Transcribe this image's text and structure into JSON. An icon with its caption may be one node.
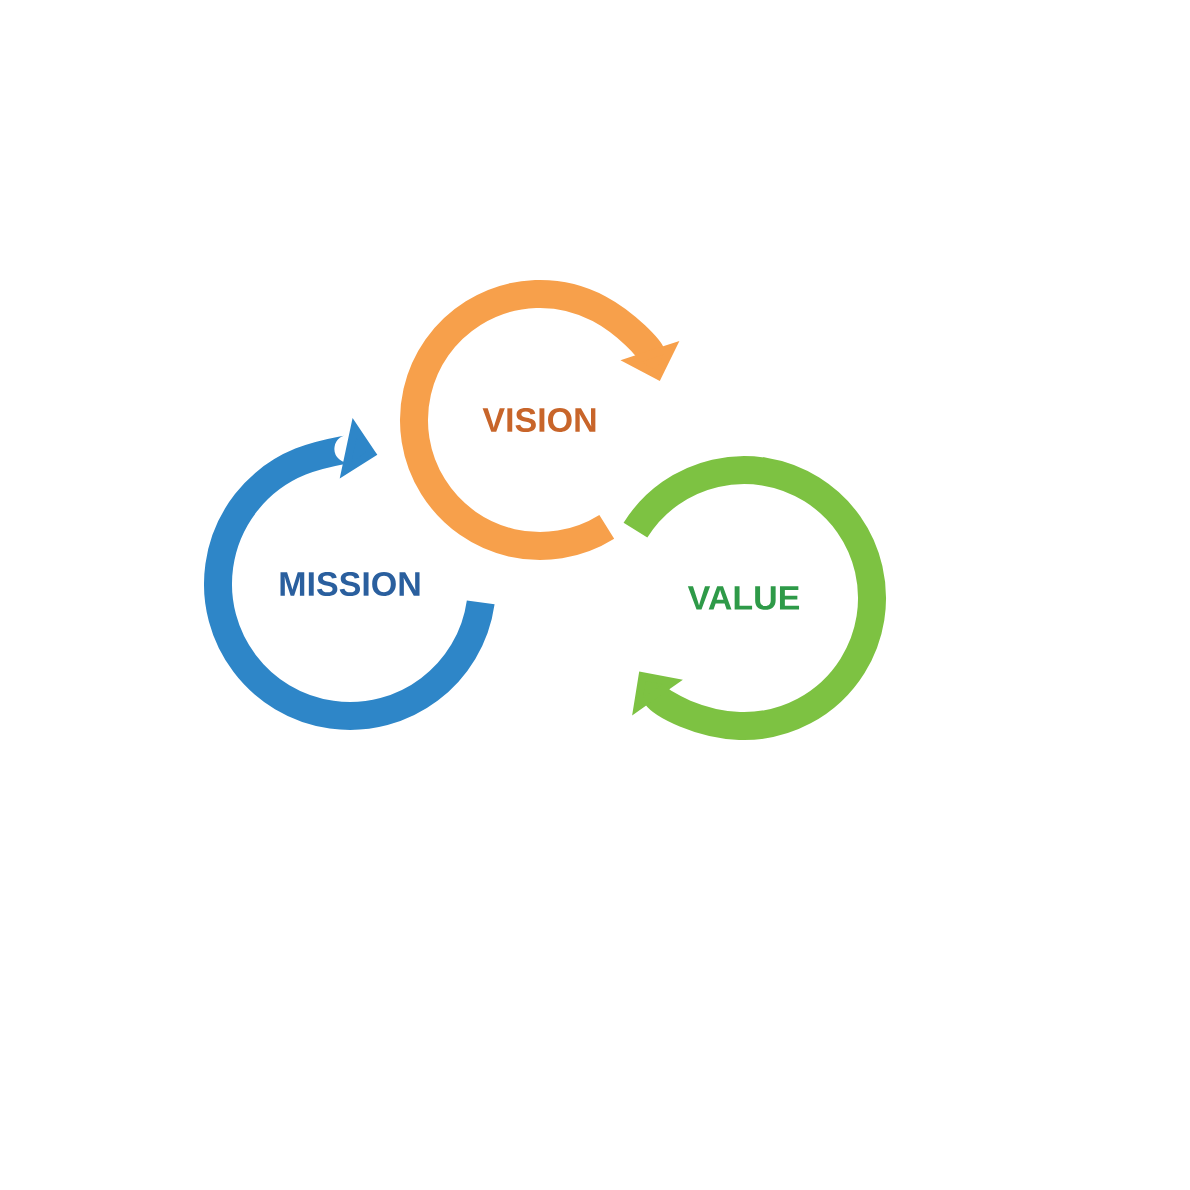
{
  "diagram": {
    "nodes": [
      {
        "text": [
          "MISSION"
        ]
      },
      {
        "text": [
          "VISION"
        ]
      },
      {
        "text": [
          "VALUE"
        ]
      }
    ]
  }
}
